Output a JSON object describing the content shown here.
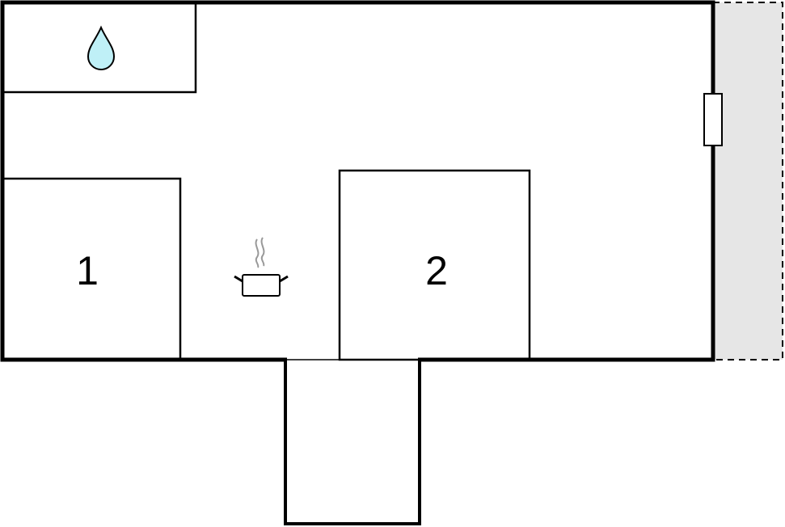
{
  "floorplan": {
    "rooms": [
      {
        "id": "bedroom-1",
        "label": "1"
      },
      {
        "id": "bedroom-2",
        "label": "2"
      }
    ],
    "icons": {
      "bathroom": "water-drop-icon",
      "kitchen": "cooking-pot-icon"
    },
    "colors": {
      "wall": "#000000",
      "water_fill": "#bff0f7",
      "terrace_fill": "#e6e6e6",
      "steam": "#999999"
    },
    "terrace": {
      "style": "dashed",
      "label": ""
    }
  }
}
